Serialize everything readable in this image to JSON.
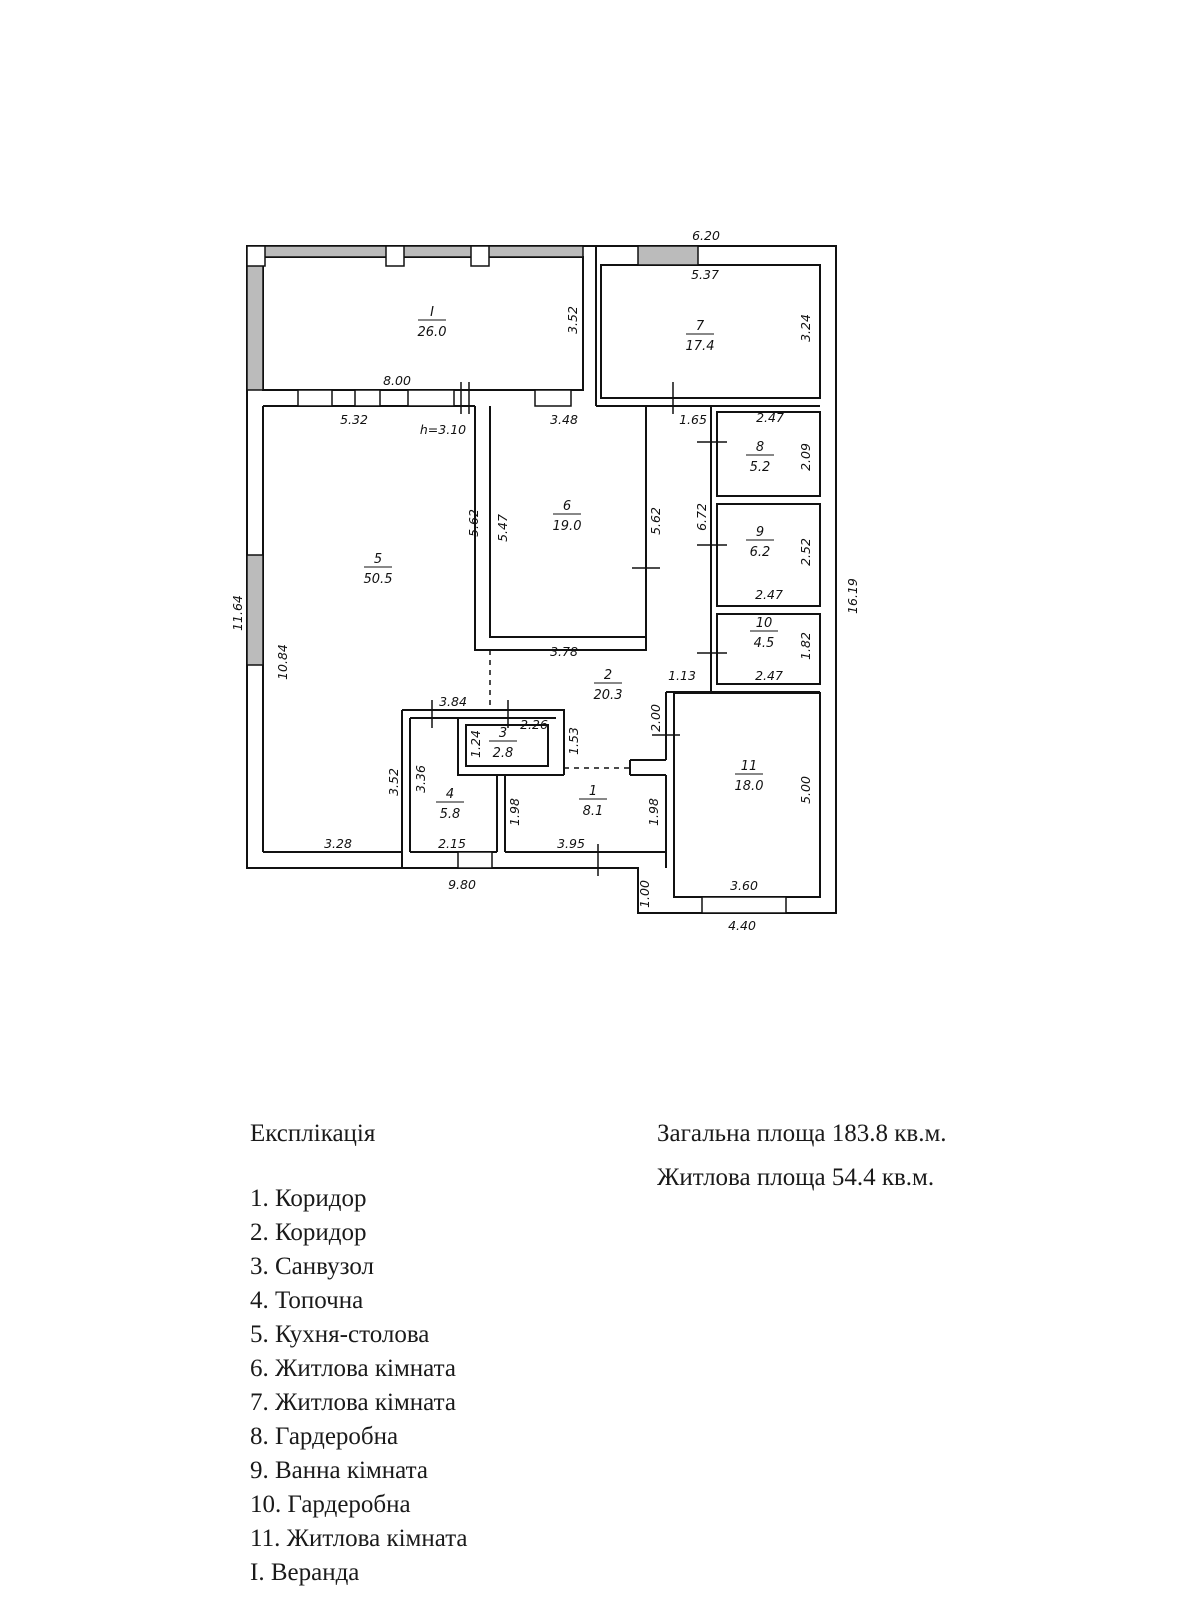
{
  "rooms": [
    {
      "num": "I",
      "area": "26.0"
    },
    {
      "num": "7",
      "area": "17.4"
    },
    {
      "num": "5",
      "area": "50.5"
    },
    {
      "num": "6",
      "area": "19.0"
    },
    {
      "num": "8",
      "area": "5.2"
    },
    {
      "num": "9",
      "area": "6.2"
    },
    {
      "num": "10",
      "area": "4.5"
    },
    {
      "num": "2",
      "area": "20.3"
    },
    {
      "num": "3",
      "area": "2.8"
    },
    {
      "num": "4",
      "area": "5.8"
    },
    {
      "num": "1",
      "area": "8.1"
    },
    {
      "num": "11",
      "area": "18.0"
    }
  ],
  "dimensions": {
    "d620": "6.20",
    "d537": "5.37",
    "d324": "3.24",
    "d352a": "3.52",
    "d800": "8.00",
    "d532": "5.32",
    "height": "h=3.10",
    "d348": "3.48",
    "d165": "1.65",
    "d247a": "2.47",
    "d209": "2.09",
    "d562a": "5.62",
    "d547": "5.47",
    "d562b": "5.62",
    "d672": "6.72",
    "d252": "2.52",
    "d247b": "2.47",
    "d1619": "16.19",
    "d1164": "11.64",
    "d1084": "10.84",
    "d378": "3.78",
    "d182": "1.82",
    "d247c": "2.47",
    "d113": "1.13",
    "d384": "3.84",
    "d226": "2.26",
    "d124": "1.24",
    "d153": "1.53",
    "d200": "2.00",
    "d352b": "3.52",
    "d336": "3.36",
    "d198a": "1.98",
    "d198b": "1.98",
    "d500": "5.00",
    "d328": "3.28",
    "d215": "2.15",
    "d395": "3.95",
    "d980": "9.80",
    "d100": "1.00",
    "d360": "3.60",
    "d440": "4.40"
  },
  "legend": {
    "title": "Експлікація",
    "items": [
      "1. Коридор",
      "2. Коридор",
      "3. Санвузол",
      "4. Топочна",
      "5. Кухня-столова",
      "6. Житлова кімната",
      "7. Житлова кімната",
      "8. Гардеробна",
      "9. Ванна кімната",
      "10. Гардеробна",
      "11. Житлова кімната",
      "I. Веранда"
    ]
  },
  "totals": {
    "total_area": "Загальна площа 183.8 кв.м.",
    "living_area": "Житлова площа 54.4 кв.м."
  }
}
